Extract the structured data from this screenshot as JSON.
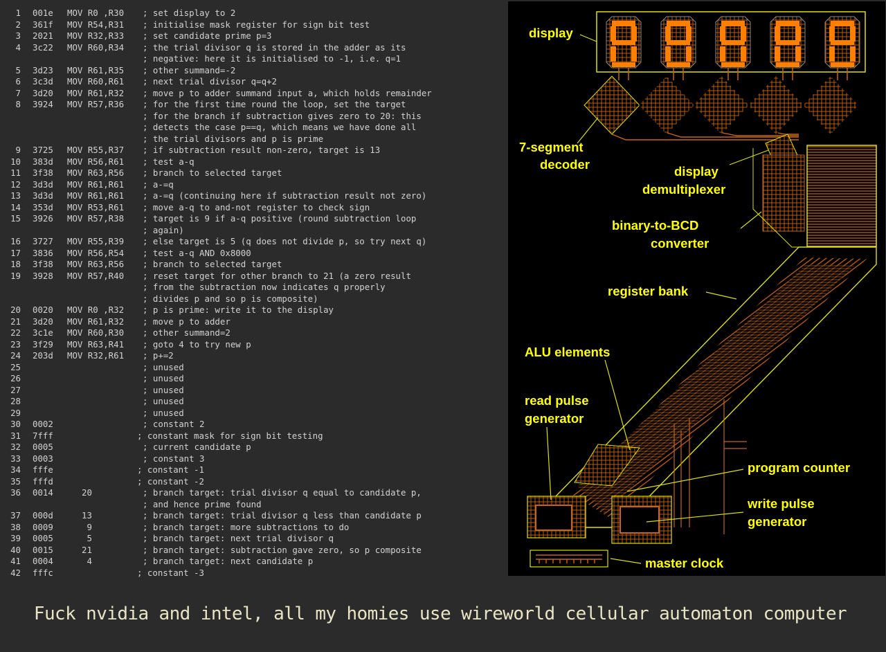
{
  "listing": [
    {
      "n": "1",
      "hex": "001e",
      "ins": "MOV R0 ,R30",
      "comment": "; set display to 2"
    },
    {
      "n": "2",
      "hex": "361f",
      "ins": "MOV R54,R31",
      "comment": "; initialise mask register for sign bit test"
    },
    {
      "n": "3",
      "hex": "2021",
      "ins": "MOV R32,R33",
      "comment": "; set candidate prime p=3"
    },
    {
      "n": "4",
      "hex": "3c22",
      "ins": "MOV R60,R34",
      "comment": "; the trial divisor q is stored in the adder as its"
    },
    {
      "n": "",
      "hex": "",
      "ins": "",
      "comment": "; negative: here it is initialised to -1, i.e. q=1"
    },
    {
      "n": "5",
      "hex": "3d23",
      "ins": "MOV R61,R35",
      "comment": "; other summand=-2"
    },
    {
      "n": "6",
      "hex": "3c3d",
      "ins": "MOV R60,R61",
      "comment": "; next trial divisor q=q+2"
    },
    {
      "n": "7",
      "hex": "3d20",
      "ins": "MOV R61,R32",
      "comment": "; move p to adder summand input a, which holds remainder"
    },
    {
      "n": "8",
      "hex": "3924",
      "ins": "MOV R57,R36",
      "comment": "; for the first time round the loop, set the target"
    },
    {
      "n": "",
      "hex": "",
      "ins": "",
      "comment": "; for the branch if subtraction gives zero to 20: this"
    },
    {
      "n": "",
      "hex": "",
      "ins": "",
      "comment": "; detects the case p==q, which means we have done all"
    },
    {
      "n": "",
      "hex": "",
      "ins": "",
      "comment": "; the trial divisors and p is prime"
    },
    {
      "n": "9",
      "hex": "3725",
      "ins": "MOV R55,R37",
      "comment": "; if subtraction result non-zero, target is 13"
    },
    {
      "n": "10",
      "hex": "383d",
      "ins": "MOV R56,R61",
      "comment": "; test a-q"
    },
    {
      "n": "11",
      "hex": "3f38",
      "ins": "MOV R63,R56",
      "comment": "; branch to selected target"
    },
    {
      "n": "12",
      "hex": "3d3d",
      "ins": "MOV R61,R61",
      "comment": "; a-=q"
    },
    {
      "n": "13",
      "hex": "3d3d",
      "ins": "MOV R61,R61",
      "comment": "; a-=q (continuing here if subtraction result not zero)"
    },
    {
      "n": "14",
      "hex": "353d",
      "ins": "MOV R53,R61",
      "comment": "; move a-q to and-not register to check sign"
    },
    {
      "n": "15",
      "hex": "3926",
      "ins": "MOV R57,R38",
      "comment": "; target is 9 if a-q positive (round subtraction loop"
    },
    {
      "n": "",
      "hex": "",
      "ins": "",
      "comment": "; again)"
    },
    {
      "n": "16",
      "hex": "3727",
      "ins": "MOV R55,R39",
      "comment": "; else target is 5 (q does not divide p, so try next q)"
    },
    {
      "n": "17",
      "hex": "3836",
      "ins": "MOV R56,R54",
      "comment": "; test a-q AND 0x8000"
    },
    {
      "n": "18",
      "hex": "3f38",
      "ins": "MOV R63,R56",
      "comment": "; branch to selected target"
    },
    {
      "n": "19",
      "hex": "3928",
      "ins": "MOV R57,R40",
      "comment": "; reset target for other branch to 21 (a zero result"
    },
    {
      "n": "",
      "hex": "",
      "ins": "",
      "comment": "; from the subtraction now indicates q properly"
    },
    {
      "n": "",
      "hex": "",
      "ins": "",
      "comment": "; divides p and so p is composite)"
    },
    {
      "n": "20",
      "hex": "0020",
      "ins": "MOV R0 ,R32",
      "comment": "; p is prime: write it to the display"
    },
    {
      "n": "21",
      "hex": "3d20",
      "ins": "MOV R61,R32",
      "comment": "; move p to adder"
    },
    {
      "n": "22",
      "hex": "3c1e",
      "ins": "MOV R60,R30",
      "comment": "; other summand=2"
    },
    {
      "n": "23",
      "hex": "3f29",
      "ins": "MOV R63,R41",
      "comment": "; goto 4 to try new p"
    },
    {
      "n": "24",
      "hex": "203d",
      "ins": "MOV R32,R61",
      "comment": "; p+=2"
    },
    {
      "n": "25",
      "hex": "",
      "ins": "",
      "comment": "; unused"
    },
    {
      "n": "26",
      "hex": "",
      "ins": "",
      "comment": "; unused"
    },
    {
      "n": "27",
      "hex": "",
      "ins": "",
      "comment": "; unused"
    },
    {
      "n": "28",
      "hex": "",
      "ins": "",
      "comment": "; unused"
    },
    {
      "n": "29",
      "hex": "",
      "ins": "",
      "comment": "; unused"
    },
    {
      "n": "30",
      "hex": "0002",
      "ins": "",
      "comment": "; constant 2"
    },
    {
      "n": "31",
      "hex": "7fff",
      "ins": "",
      "comment": "; constant mask for sign bit testing",
      "shift": true
    },
    {
      "n": "32",
      "hex": "0005",
      "ins": "",
      "comment": "; current candidate p"
    },
    {
      "n": "33",
      "hex": "0003",
      "ins": "",
      "comment": "; constant 3"
    },
    {
      "n": "34",
      "hex": "fffe",
      "ins": "",
      "comment": "; constant -1",
      "shift": true
    },
    {
      "n": "35",
      "hex": "fffd",
      "ins": "",
      "comment": "; constant -2",
      "shift": true
    },
    {
      "n": "36",
      "hex": "0014",
      "val": "20",
      "comment": "; branch target: trial divisor q equal to candidate p,"
    },
    {
      "n": "",
      "hex": "",
      "ins": "",
      "comment": "; and hence prime found"
    },
    {
      "n": "37",
      "hex": "000d",
      "val": "13",
      "comment": "; branch target: trial divisor q less than candidate p"
    },
    {
      "n": "38",
      "hex": "0009",
      "val": " 9",
      "comment": "; branch target: more subtractions to do"
    },
    {
      "n": "39",
      "hex": "0005",
      "val": " 5",
      "comment": "; branch target: next trial divisor q"
    },
    {
      "n": "40",
      "hex": "0015",
      "val": "21",
      "comment": "; branch target: subtraction gave zero, so p composite"
    },
    {
      "n": "41",
      "hex": "0004",
      "val": " 4",
      "comment": "; branch target: next candidate p"
    },
    {
      "n": "42",
      "hex": "fffc",
      "ins": "",
      "comment": "; constant -3",
      "shift": true
    }
  ],
  "labels": {
    "display": "display",
    "seg_decoder_1": "7-segment",
    "seg_decoder_2": "decoder",
    "demux_1": "display",
    "demux_2": "demultiplexer",
    "bcd_1": "binary-to-BCD",
    "bcd_2": "converter",
    "register_bank": "register bank",
    "alu": "ALU elements",
    "read_pulse_1": "read pulse",
    "read_pulse_2": "generator",
    "program_counter": "program counter",
    "write_pulse_1": "write pulse",
    "write_pulse_2": "generator",
    "master_clock": "master clock"
  },
  "caption": "Fuck nvidia and intel, all my homies use wireworld cellular automaton computer",
  "colors": {
    "wire": "#c86414",
    "outline": "#e0e000",
    "label": "#ffff00",
    "segment": "#ff8000"
  }
}
